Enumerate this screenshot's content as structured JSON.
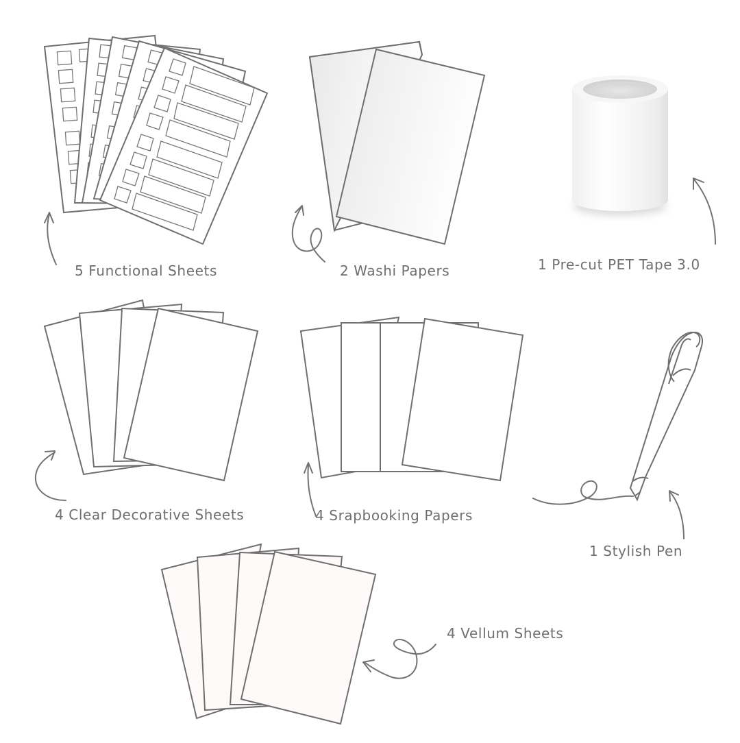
{
  "items": [
    {
      "id": "functional",
      "label": "5 Functional Sheets",
      "count": 5,
      "name": "Functional Sheets"
    },
    {
      "id": "washi",
      "label": "2 Washi Papers",
      "count": 2,
      "name": "Washi Papers"
    },
    {
      "id": "tape",
      "label": "1 Pre-cut PET Tape 3.0",
      "count": 1,
      "name": "Pre-cut PET Tape 3.0"
    },
    {
      "id": "clear",
      "label": "4 Clear Decorative Sheets",
      "count": 4,
      "name": "Clear Decorative Sheets"
    },
    {
      "id": "scrapbooking",
      "label": "4 Srapbooking Papers",
      "count": 4,
      "name": "Srapbooking Papers"
    },
    {
      "id": "pen",
      "label": "1 Stylish Pen",
      "count": 1,
      "name": "Stylish Pen"
    },
    {
      "id": "vellum",
      "label": "4 Vellum Sheets",
      "count": 4,
      "name": "Vellum Sheets"
    }
  ],
  "colors": {
    "line": "#6f6f6f",
    "text": "#6e6e6e",
    "background": "#ffffff",
    "vellum_fill": "#fffafa",
    "washi_fill": "#ececec"
  }
}
